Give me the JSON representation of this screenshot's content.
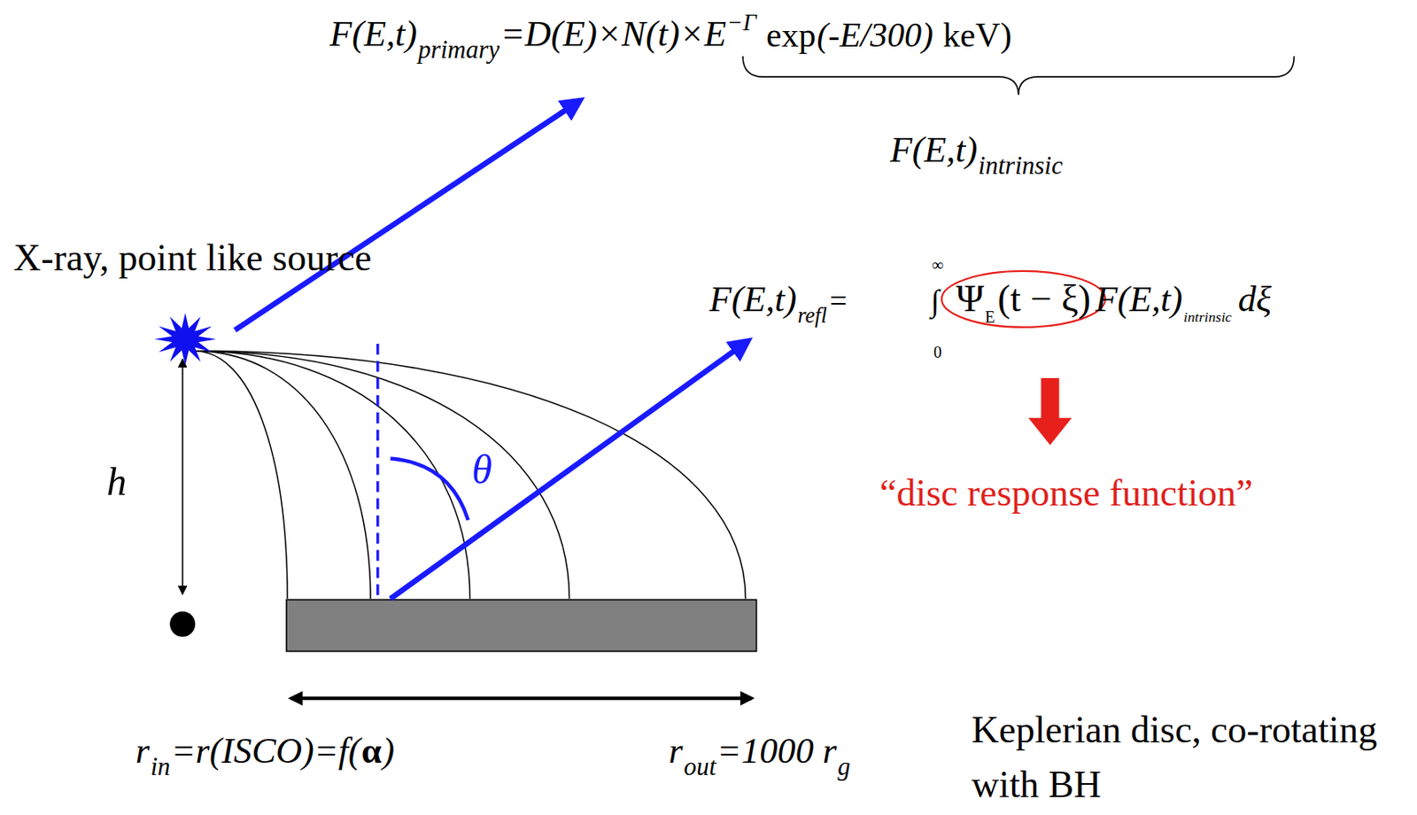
{
  "diagram": {
    "labels": [
      "F(E,t)",
      "primary",
      "=D(E)×N(t)×E",
      "−Γ",
      "exp",
      "(-E/300)",
      "keV)",
      "F(E,t)",
      "intrinsic",
      "X-ray, point like source",
      "F(E,t)",
      "refl",
      "=",
      "∞",
      "∫",
      "0",
      "Ψ",
      "E",
      "(t − ξ)",
      "F(E,t)",
      "intrinsic",
      "dξ",
      "“disc response function”",
      "h",
      "θ",
      "r",
      "in",
      "=r(ISCO)=f(",
      "α",
      ")",
      "r",
      "out",
      "=1000 r",
      "g",
      "Keplerian disc, co-rotating with BH"
    ]
  }
}
